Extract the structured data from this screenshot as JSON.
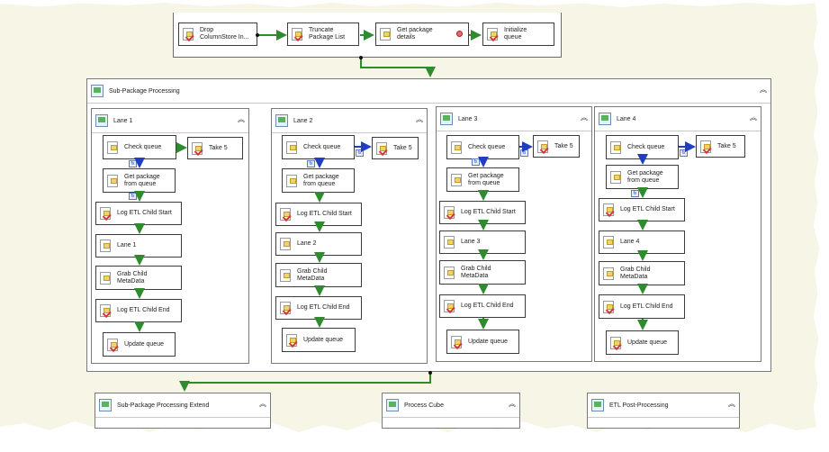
{
  "top_row": {
    "tasks": [
      {
        "name": "drop-columnstore-task",
        "label": "Drop\nColumnStore In..."
      },
      {
        "name": "truncate-package-list-task",
        "label": "Truncate\nPackage List"
      },
      {
        "name": "get-package-details-task",
        "label": "Get package\ndetails"
      },
      {
        "name": "initialize-queue-task",
        "label": "Initialize\nqueue"
      }
    ]
  },
  "sub_package": {
    "title": "Sub-Package Processing",
    "lanes": [
      {
        "title": "Lane 1",
        "check_queue": "Check queue",
        "take": "Take 5",
        "get_package": "Get package\nfrom queue",
        "log_start": "Log ETL Child Start",
        "lane_task": "Lane 1",
        "grab": "Grab Child\nMetaData",
        "log_end": "Log ETL Child End",
        "update": "Update queue"
      },
      {
        "title": "Lane 2",
        "check_queue": "Check queue",
        "take": "Take 5",
        "get_package": "Get package\nfrom queue",
        "log_start": "Log ETL Child Start",
        "lane_task": "Lane 2",
        "grab": "Grab Child\nMetaData",
        "log_end": "Log ETL Child End",
        "update": "Update queue"
      },
      {
        "title": "Lane 3",
        "check_queue": "Check queue",
        "take": "Take 5",
        "get_package": "Get package\nfrom queue",
        "log_start": "Log ETL Child Start",
        "lane_task": "Lane 3",
        "grab": "Grab Child\nMetaData",
        "log_end": "Log ETL Child End",
        "update": "Update queue"
      },
      {
        "title": "Lane 4",
        "check_queue": "Check queue",
        "take": "Take 5",
        "get_package": "Get package\nfrom queue",
        "log_start": "Log ETL Child Start",
        "lane_task": "Lane 4",
        "grab": "Grab Child\nMetaData",
        "log_end": "Log ETL Child End",
        "update": "Update queue"
      }
    ]
  },
  "bottom_row": {
    "containers": [
      {
        "name": "sub-package-processing-extend",
        "title": "Sub-Package Processing Extend"
      },
      {
        "name": "process-cube",
        "title": "Process Cube"
      },
      {
        "name": "etl-post-processing",
        "title": "ETL Post-Processing"
      }
    ]
  },
  "symbols": {
    "collapse": "︽",
    "fx": "fx"
  },
  "colors": {
    "precedence_green": "#2e8b2e",
    "precedence_blue": "#1f3fbf"
  }
}
